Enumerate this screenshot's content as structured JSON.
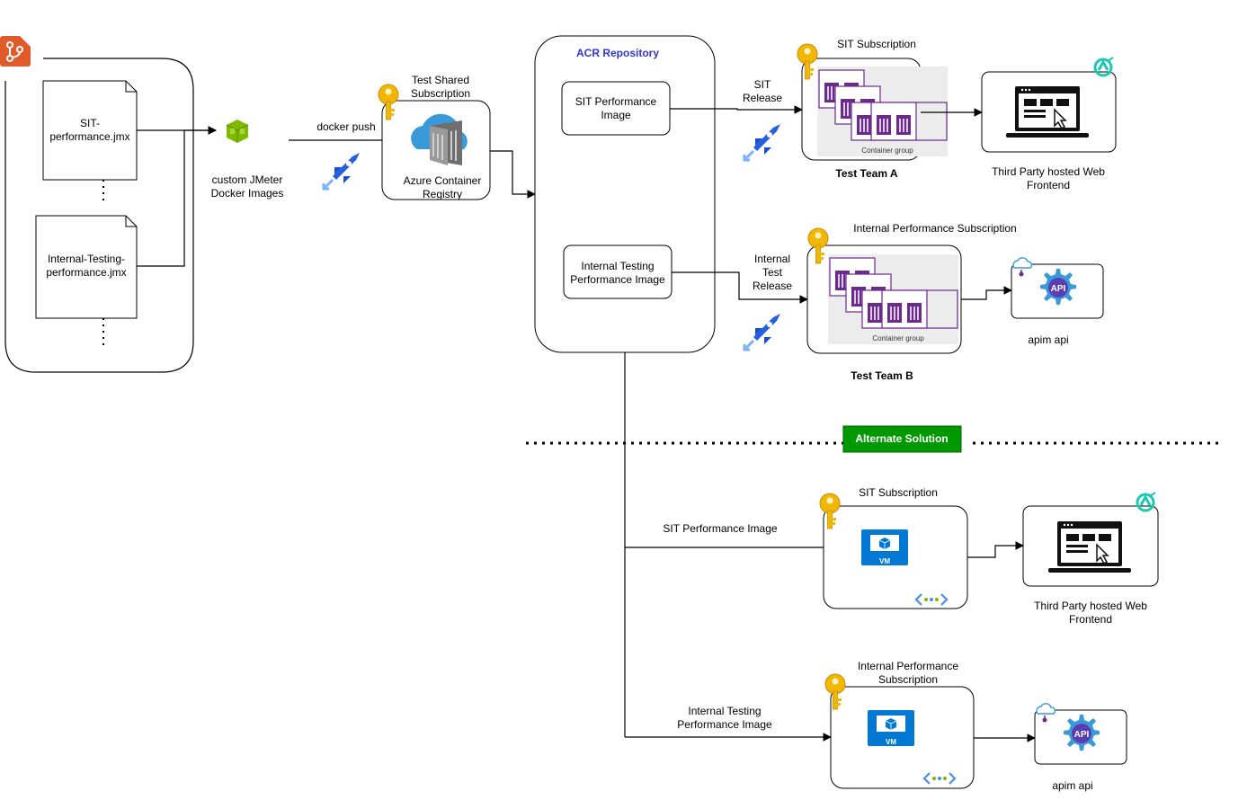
{
  "colors": {
    "git": "#e05a2b",
    "key": "#f2b705",
    "azure_blue": "#0078d4",
    "container": "#6b2a8c",
    "alternate_bg": "#009900",
    "acr_title": "#3333cc"
  },
  "icons": [
    "git-icon",
    "azure-pipelines-icon",
    "key-icon",
    "container-registry-icon",
    "container-group-icon",
    "vm-icon",
    "vnet-icon",
    "api-icon",
    "web-frontend-icon",
    "jmeter-docker-icon"
  ],
  "source": {
    "files": [
      {
        "lines": [
          "SIT-",
          "performance.jmx"
        ]
      },
      {
        "lines": [
          "Internal-Testing-",
          "performance.jmx"
        ]
      }
    ]
  },
  "docker_images": {
    "lines": [
      "custom JMeter",
      "Docker Images"
    ]
  },
  "edges": {
    "docker_push": "docker push",
    "sit_release": [
      "SIT",
      "Release"
    ],
    "internal_release": [
      "Internal",
      "Test",
      "Release"
    ],
    "alt_sit_image": "SIT Performance Image",
    "alt_internal_image": [
      "Internal Testing",
      "Performance Image"
    ]
  },
  "registry": {
    "subscription": [
      "Test Shared",
      "Subscription"
    ],
    "label": [
      "Azure Container",
      "Registry"
    ]
  },
  "acr": {
    "title": "ACR Repository",
    "sit_image": [
      "SIT Performance",
      "Image"
    ],
    "internal_image": [
      "Internal Testing",
      "Performance Image"
    ]
  },
  "team_a": {
    "subscription": "SIT Subscription",
    "container_label": "Container group",
    "name": "Test Team A",
    "target": [
      "Third Party hosted Web",
      "Frontend"
    ]
  },
  "team_b": {
    "subscription": "Internal Performance  Subscription",
    "container_label": "Container group",
    "name": "Test Team B",
    "target": "apim api"
  },
  "alternate": {
    "label": "Alternate Solution",
    "sit": {
      "subscription": "SIT Subscription",
      "vm_label": "VM",
      "target": [
        "Third Party hosted Web",
        "Frontend"
      ]
    },
    "internal": {
      "subscription": [
        "Internal Performance",
        "Subscription"
      ],
      "vm_label": "VM",
      "target": "apim api"
    }
  }
}
